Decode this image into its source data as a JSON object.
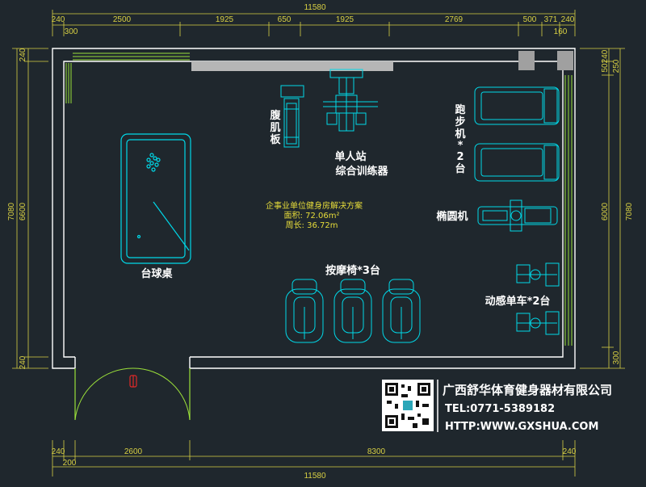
{
  "dimensions": {
    "top": {
      "total": "11580",
      "segments": [
        "240",
        "2500",
        "1925",
        "650",
        "1925",
        "2769",
        "500",
        "371",
        "240"
      ],
      "sub": [
        "300",
        "160"
      ]
    },
    "bottom": {
      "total": "11580",
      "segments": [
        "240",
        "2600",
        "8300",
        "240"
      ],
      "sub": [
        "200"
      ]
    },
    "left": {
      "total": "7080",
      "segments": [
        "240",
        "6600",
        "240"
      ]
    },
    "right": {
      "total": "7080",
      "segments": [
        "50",
        "240",
        "250",
        "6000",
        "300"
      ]
    }
  },
  "labels": {
    "ab_board": [
      "腹",
      "肌",
      "板"
    ],
    "station_line1": "单人站",
    "station_line2": "综合训练器",
    "treadmill": [
      "跑",
      "步",
      "机",
      "*",
      "2",
      "台"
    ],
    "elliptical": "椭圆机",
    "pool_table": "台球桌",
    "massage_chair": "按摩椅*3台",
    "spin_bike": "动感单车*2台"
  },
  "center_info": {
    "title": "企事业单位健身房解决方案",
    "area": "面积: 72.06m²",
    "perimeter": "周长: 36.72m"
  },
  "company": {
    "name": "广西舒华体育健身器材有限公司",
    "tel": "TEL:0771-5389182",
    "website": "HTTP:WWW.GXSHUA.COM"
  },
  "colors": {
    "background": "#1f272d",
    "wall": "#ffffff",
    "equipment": "#00d8e8",
    "dimension": "#d8d043",
    "window": "#9be03a",
    "door_marker": "#e02828"
  }
}
